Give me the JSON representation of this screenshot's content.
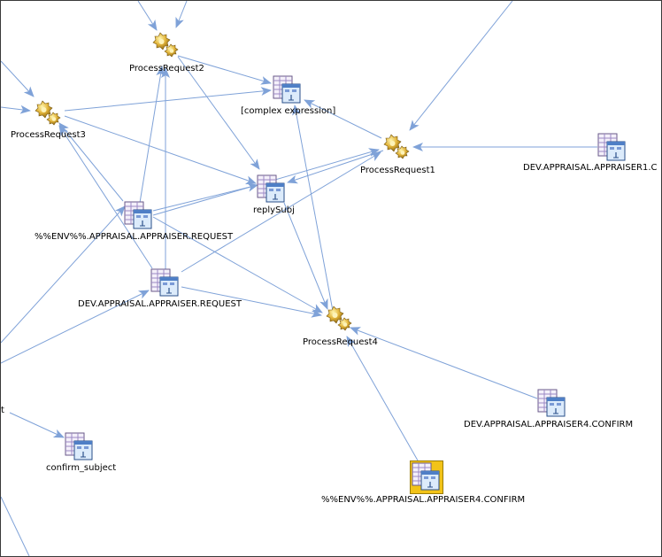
{
  "diagram": {
    "nodes": {
      "process_request_2": {
        "label": "ProcessRequest2",
        "icon": "process-gear-icon"
      },
      "process_request_3": {
        "label": "ProcessRequest3",
        "icon": "process-gear-icon"
      },
      "process_request_1": {
        "label": "ProcessRequest1",
        "icon": "process-gear-icon"
      },
      "process_request_4": {
        "label": "ProcessRequest4",
        "icon": "process-gear-icon"
      },
      "complex_expression": {
        "label": "[complex expression]",
        "icon": "destination-table-icon"
      },
      "reply_subj": {
        "label": "replySubj",
        "icon": "destination-table-icon"
      },
      "env_appraiser_request": {
        "label": "%%ENV%%.APPRAISAL.APPRAISER.REQUEST",
        "icon": "destination-table-icon"
      },
      "dev_appraiser_request": {
        "label": "DEV.APPRAISAL.APPRAISER.REQUEST",
        "icon": "destination-table-icon"
      },
      "dev_appraiser1": {
        "label": "DEV.APPRAISAL.APPRAISER1.C",
        "icon": "destination-table-icon"
      },
      "dev_appraiser4_confirm": {
        "label": "DEV.APPRAISAL.APPRAISER4.CONFIRM",
        "icon": "destination-table-icon"
      },
      "env_appraiser4_confirm": {
        "label": "%%ENV%%.APPRAISAL.APPRAISER4.CONFIRM",
        "icon": "destination-table-icon",
        "selected": true
      },
      "confirm_subject": {
        "label": "confirm_subject",
        "icon": "destination-table-icon"
      },
      "offscreen_left": {
        "label": "t"
      }
    },
    "colors": {
      "edge": "#7fa2d8",
      "selection": "#f2c318",
      "border": "#3a3a3a"
    }
  }
}
